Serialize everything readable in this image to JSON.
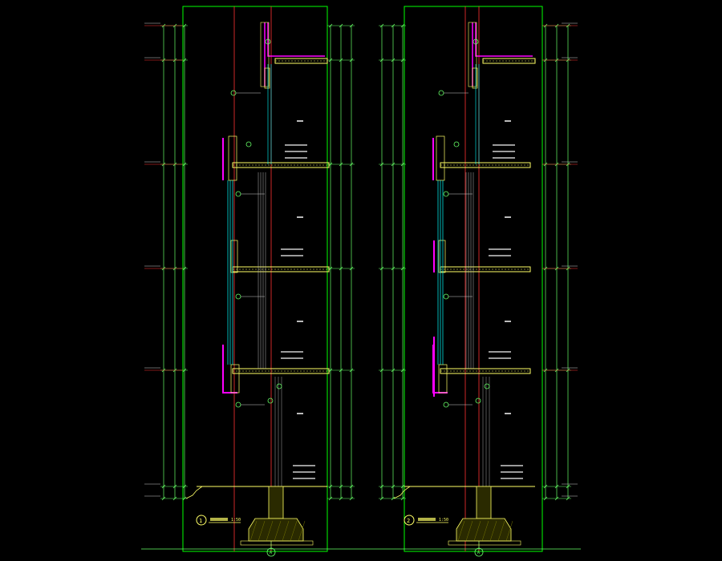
{
  "drawing": {
    "sections": [
      {
        "number": "1",
        "scale": "1:50"
      },
      {
        "number": "2",
        "scale": "1:50"
      }
    ],
    "colors": {
      "background": "#000000",
      "frame": "#00ff00",
      "dimension": "#66ff66",
      "axis": "#ff3333",
      "slab": "#ffff66",
      "wall": "#ff00ff",
      "glass": "#00ffff",
      "text": "#e0e0e0"
    },
    "axis_marker": "A"
  }
}
